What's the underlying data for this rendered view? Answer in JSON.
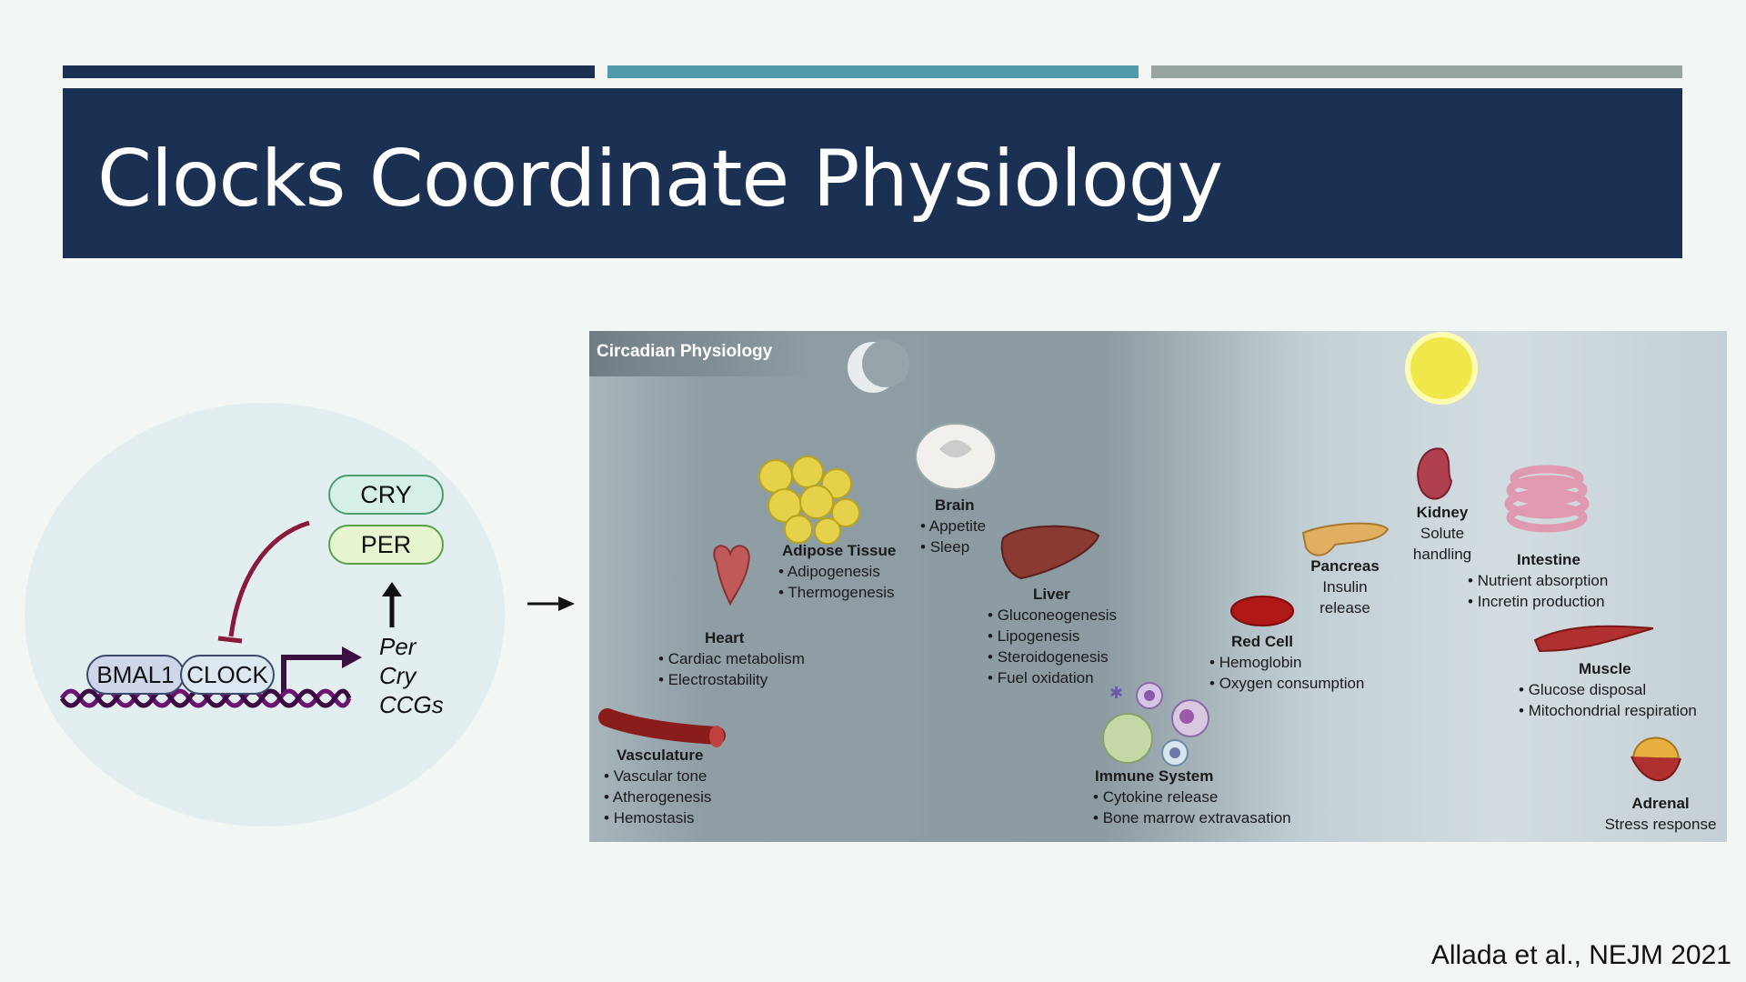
{
  "slide": {
    "title": "Clocks Coordinate Physiology",
    "citation": "Allada et al., NEJM 2021"
  },
  "colors": {
    "bar1": "#1b3154",
    "bar2": "#4f9aab",
    "bar3": "#97a49f",
    "title_bg": "#1b3154"
  },
  "clock_diagram": {
    "proteins": [
      "CRY",
      "PER"
    ],
    "complex": [
      "BMAL1",
      "CLOCK"
    ],
    "genes": [
      "Per",
      "Cry",
      "CCGs"
    ]
  },
  "physiology": {
    "header": "Circadian Physiology",
    "organs": [
      {
        "name": "Vasculature",
        "items": [
          "Vascular tone",
          "Atherogenesis",
          "Hemostasis"
        ]
      },
      {
        "name": "Heart",
        "items": [
          "Cardiac metabolism",
          "Electrostability"
        ]
      },
      {
        "name": "Adipose Tissue",
        "items": [
          "Adipogenesis",
          "Thermogenesis"
        ]
      },
      {
        "name": "Brain",
        "items": [
          "Appetite",
          "Sleep"
        ]
      },
      {
        "name": "Liver",
        "items": [
          "Gluconeogenesis",
          "Lipogenesis",
          "Steroidogenesis",
          "Fuel oxidation"
        ]
      },
      {
        "name": "Immune System",
        "items": [
          "Cytokine release",
          "Bone marrow extravasation"
        ]
      },
      {
        "name": "Red Cell",
        "items": [
          "Hemoglobin",
          "Oxygen consumption"
        ]
      },
      {
        "name": "Pancreas",
        "lines": [
          "Insulin",
          "release"
        ]
      },
      {
        "name": "Kidney",
        "lines": [
          "Solute",
          "handling"
        ]
      },
      {
        "name": "Intestine",
        "items": [
          "Nutrient absorption",
          "Incretin production"
        ]
      },
      {
        "name": "Muscle",
        "items": [
          "Glucose disposal",
          "Mitochondrial respiration"
        ]
      },
      {
        "name": "Adrenal",
        "lines": [
          "Stress response"
        ]
      }
    ]
  }
}
